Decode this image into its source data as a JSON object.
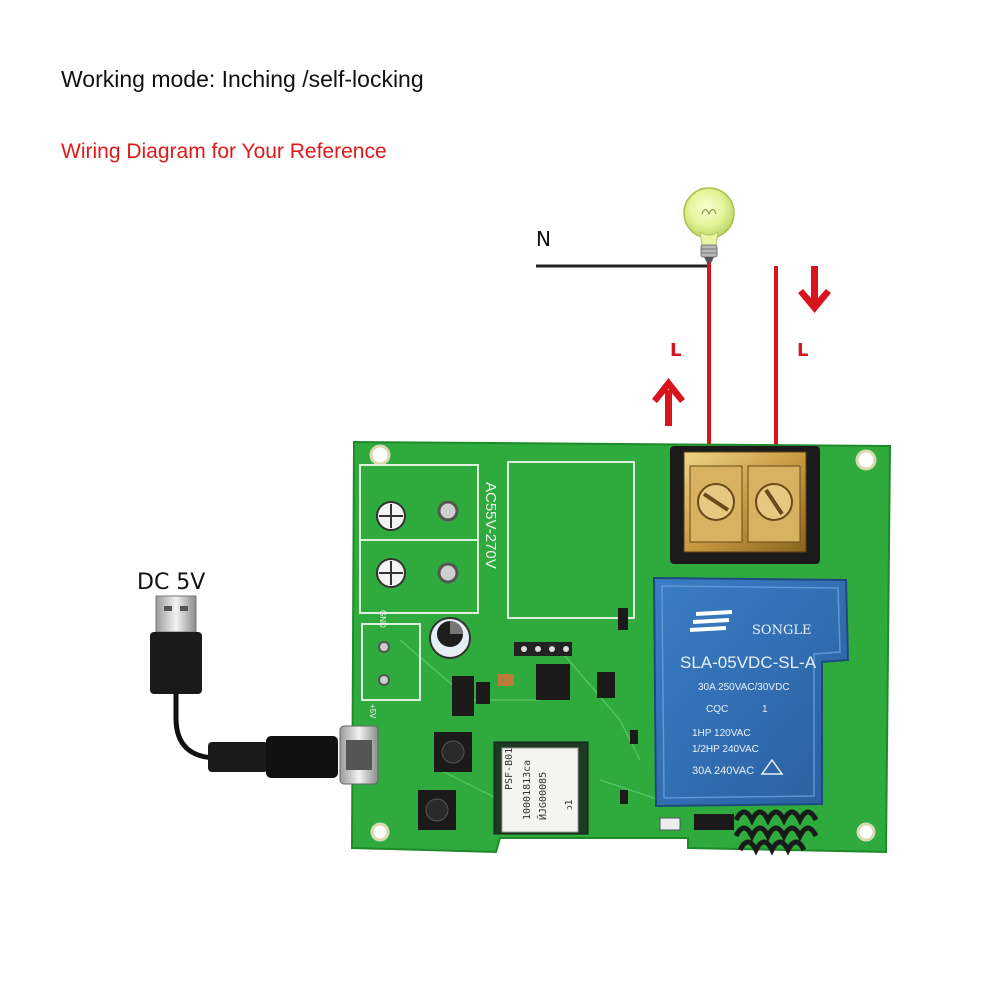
{
  "header": {
    "title": "Working mode: Inching /self-locking",
    "subtitle": "Wiring Diagram for Your Reference"
  },
  "diagram": {
    "neutral_label": "N",
    "live_label_in": "L",
    "live_label_out": "L",
    "power_label": "DC 5V"
  },
  "board": {
    "voltage_text": "AC55V-270V",
    "gnd_text": "GND",
    "vin_text": "+5V",
    "relay": {
      "brand": "SONGLE",
      "model": "SLA-05VDC-SL-A",
      "rating1": "30A 250VAC/30VDC",
      "cert1": "CQC",
      "line1": "1HP 120VAC",
      "line2": "1/2HP 240VAC",
      "line3": "30A 240VAC",
      "mark1": "1"
    },
    "module": {
      "line1": "PSF-B01",
      "line2": "10001813ca",
      "line3": "ӢJG00085",
      "line4": "ↄ1"
    }
  },
  "colors": {
    "title": "#111111",
    "subtitle": "#e01818",
    "wire_red": "#d8141c",
    "wire_black": "#222222",
    "pcb": "#2faa3c",
    "relay_blue": "#2f6fb6",
    "terminal": "#c89a40"
  },
  "icons": {
    "bulb": "light-bulb-icon",
    "arrow_up": "arrow-up-icon",
    "arrow_down": "arrow-down-icon",
    "usb": "usb-plug-icon"
  }
}
